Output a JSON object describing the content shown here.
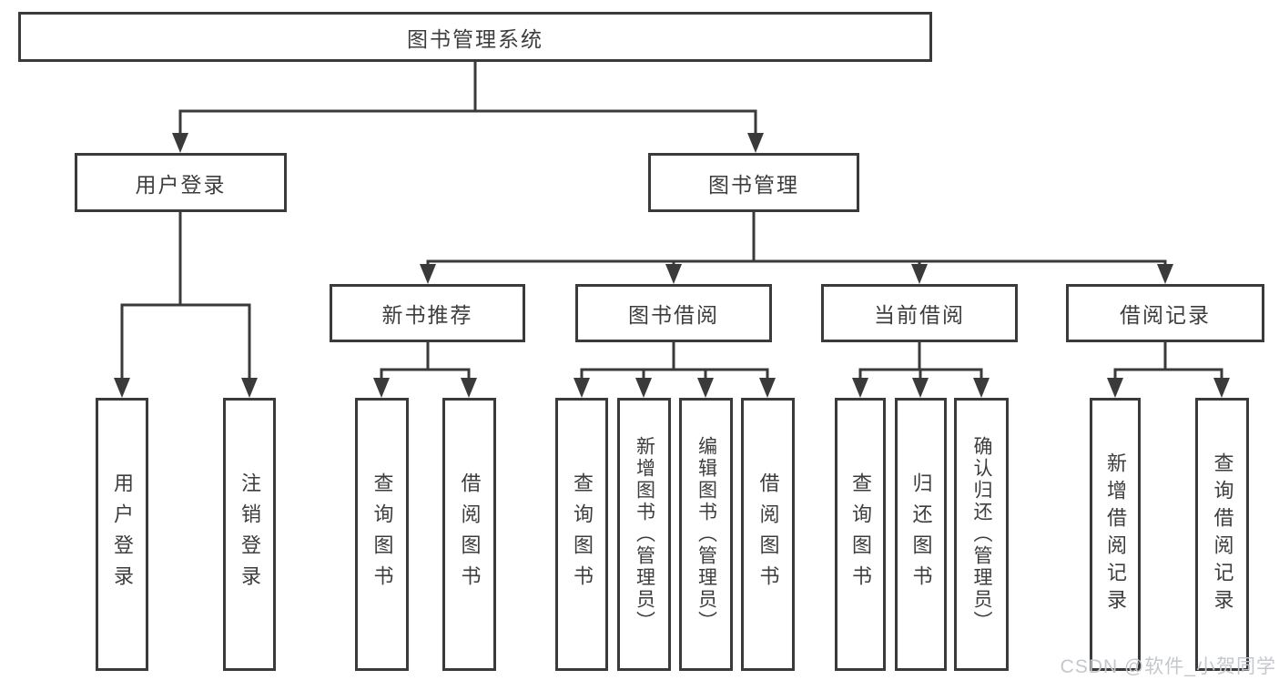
{
  "nodes": {
    "root": "图书管理系统",
    "login": "用户登录",
    "manage": "图书管理",
    "recommend": "新书推荐",
    "borrow": "图书借阅",
    "current": "当前借阅",
    "records": "借阅记录",
    "login_user": "用户登录",
    "login_logout": "注销登录",
    "rec_query": "查询图书",
    "rec_borrow": "借阅图书",
    "bor_query": "查询图书",
    "bor_add": "新增图书（管理员）",
    "bor_edit": "编辑图书（管理员）",
    "bor_borrow": "借阅图书",
    "cur_query": "查询图书",
    "cur_return": "归还图书",
    "cur_confirm": "确认归还（管理员）",
    "recd_add": "新增借阅记录",
    "recd_query": "查询借阅记录"
  },
  "tree": {
    "label": "图书管理系统",
    "children": [
      {
        "label": "用户登录",
        "children": [
          {
            "label": "用户登录"
          },
          {
            "label": "注销登录"
          }
        ]
      },
      {
        "label": "图书管理",
        "children": [
          {
            "label": "新书推荐",
            "children": [
              {
                "label": "查询图书"
              },
              {
                "label": "借阅图书"
              }
            ]
          },
          {
            "label": "图书借阅",
            "children": [
              {
                "label": "查询图书"
              },
              {
                "label": "新增图书（管理员）"
              },
              {
                "label": "编辑图书（管理员）"
              },
              {
                "label": "借阅图书"
              }
            ]
          },
          {
            "label": "当前借阅",
            "children": [
              {
                "label": "查询图书"
              },
              {
                "label": "归还图书"
              },
              {
                "label": "确认归还（管理员）"
              }
            ]
          },
          {
            "label": "借阅记录",
            "children": [
              {
                "label": "新增借阅记录"
              },
              {
                "label": "查询借阅记录"
              }
            ]
          }
        ]
      }
    ]
  },
  "watermark": "CSDN @软件_小贺同学",
  "colors": {
    "line": "#3a3a3a",
    "text": "#3d3d3d",
    "watermark": "#c4c7cd",
    "background": "#ffffff"
  }
}
